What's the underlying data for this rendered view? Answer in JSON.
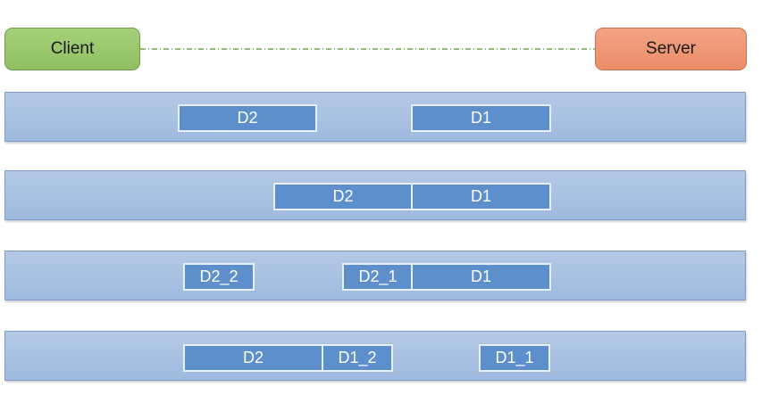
{
  "client": {
    "label": "Client"
  },
  "server": {
    "label": "Server"
  },
  "rows": [
    {
      "packets": [
        "D2",
        "D1"
      ]
    },
    {
      "packets": [
        "D2",
        "D1"
      ]
    },
    {
      "packets": [
        "D2_2",
        "D2_1",
        "D1"
      ]
    },
    {
      "packets": [
        "D2",
        "D1_2",
        "D1_1"
      ]
    }
  ],
  "colors": {
    "client": "#8fc062",
    "server": "#ea8c68",
    "row": "#a8c0e2",
    "packet": "#5d8fcd",
    "link": "#6fa548"
  }
}
